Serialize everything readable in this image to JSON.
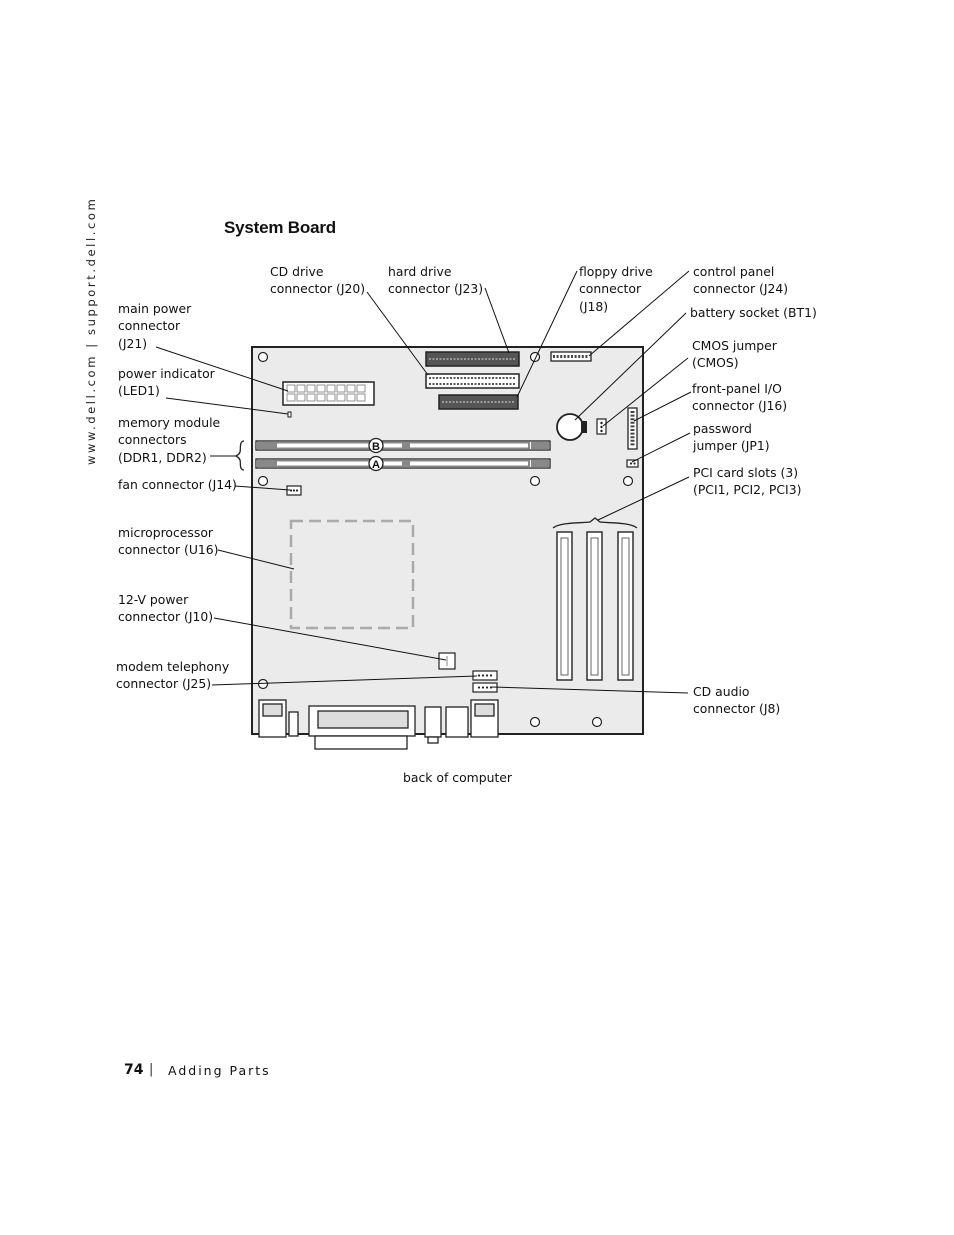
{
  "sidebar_url": "www.dell.com | support.dell.com",
  "title": "System Board",
  "labels": {
    "cd_drive": [
      "CD drive",
      "connector (J20)"
    ],
    "hard_drive": [
      "hard drive",
      "connector (J23)"
    ],
    "floppy": [
      "floppy drive",
      "connector",
      "(J18)"
    ],
    "control_panel": [
      "control panel",
      "connector (J24)"
    ],
    "battery": [
      "battery socket (BT1)"
    ],
    "main_power": [
      "main power",
      "connector",
      "(J21)"
    ],
    "cmos": [
      "CMOS jumper",
      "(CMOS)"
    ],
    "power_indicator": [
      "power indicator",
      "(LED1)"
    ],
    "front_panel": [
      "front-panel I/O",
      "connector (J16)"
    ],
    "memory": [
      "memory module",
      "connectors",
      "(DDR1, DDR2)"
    ],
    "password": [
      "password",
      "jumper (JP1)"
    ],
    "fan": [
      "fan connector (J14)"
    ],
    "pci": [
      "PCI card slots (3)",
      "(PCI1, PCI2, PCI3)"
    ],
    "microprocessor": [
      "microprocessor",
      "connector (U16)"
    ],
    "power12v": [
      "12-V power",
      "connector (J10)"
    ],
    "modem": [
      "modem telephony",
      "connector (J25)"
    ],
    "cd_audio": [
      "CD audio",
      "connector (J8)"
    ],
    "back": [
      "back of computer"
    ]
  },
  "dimm_letters": {
    "b": "B",
    "a": "A"
  },
  "footer": {
    "page_number": "74",
    "separator": "|",
    "section": "Adding Parts"
  }
}
